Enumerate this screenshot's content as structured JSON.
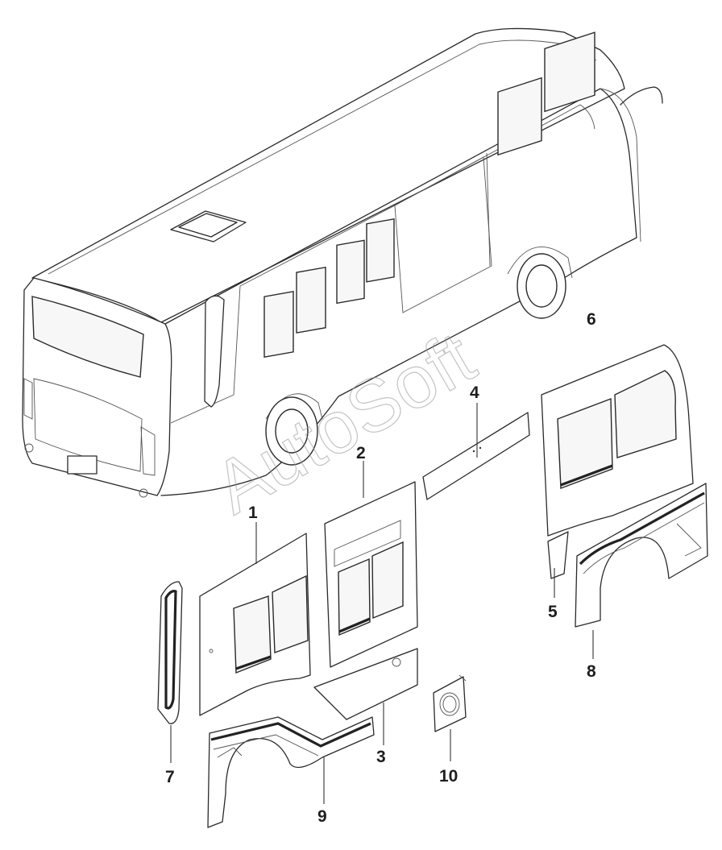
{
  "watermark": "AutoSoft",
  "part_labels": [
    {
      "id": "p1",
      "text": "1"
    },
    {
      "id": "p2",
      "text": "2"
    },
    {
      "id": "p3",
      "text": "3"
    },
    {
      "id": "p4",
      "text": "4"
    },
    {
      "id": "p5",
      "text": "5"
    },
    {
      "id": "p6",
      "text": "6"
    },
    {
      "id": "p7",
      "text": "7"
    },
    {
      "id": "p8",
      "text": "8"
    },
    {
      "id": "p9",
      "text": "9"
    },
    {
      "id": "p10",
      "text": "10"
    }
  ]
}
